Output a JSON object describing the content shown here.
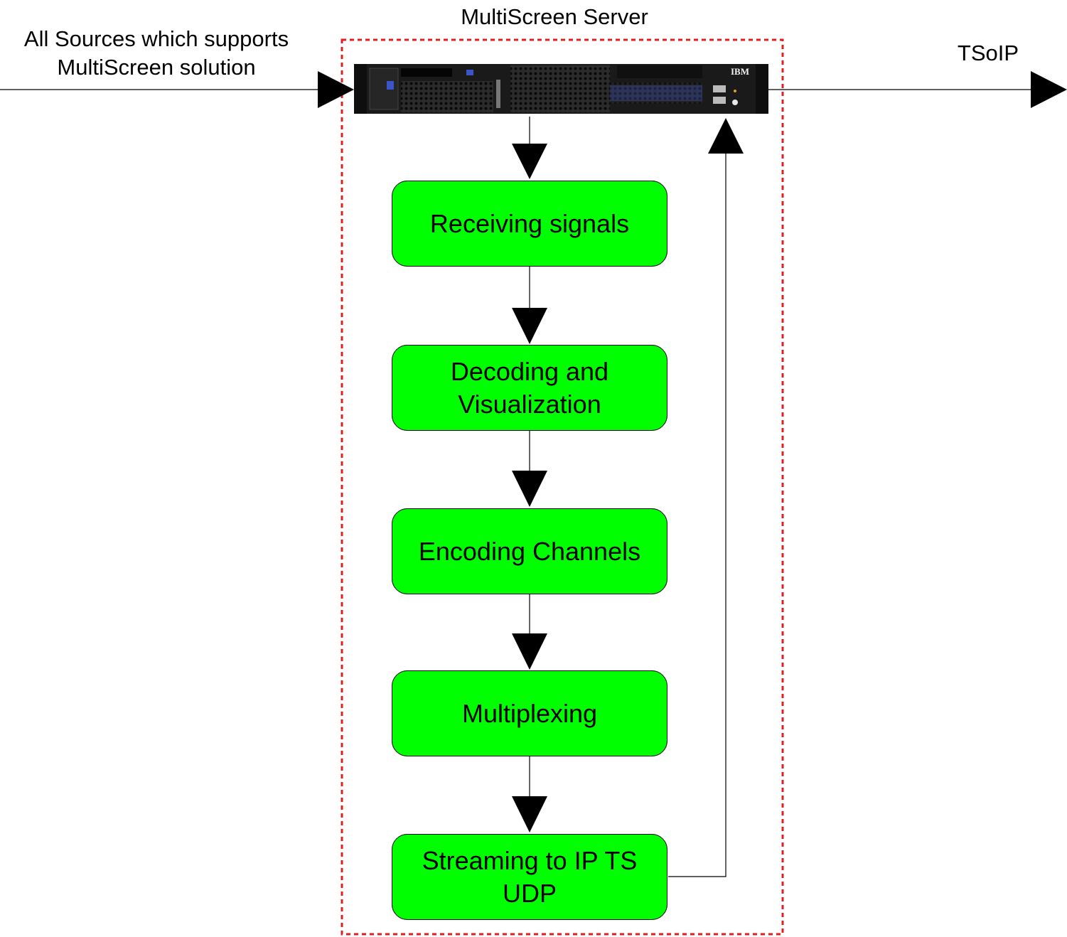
{
  "diagram": {
    "source_label": [
      "All Sources which supports",
      "MultiScreen solution"
    ],
    "server_label": "MultiScreen Server",
    "output_label": "TSoIP",
    "server_brand": "IBM",
    "steps": [
      {
        "lines": [
          "Receiving signals"
        ]
      },
      {
        "lines": [
          "Decoding and",
          "Visualization"
        ]
      },
      {
        "lines": [
          "Encoding Channels"
        ]
      },
      {
        "lines": [
          "Multiplexing"
        ]
      },
      {
        "lines": [
          "Streaming to IP TS",
          "UDP"
        ]
      }
    ],
    "colors": {
      "step_fill": "#00ff00",
      "boundary": "#e02020",
      "server_body": "#1a1a1a",
      "server_accent": "#3a55c8"
    }
  }
}
